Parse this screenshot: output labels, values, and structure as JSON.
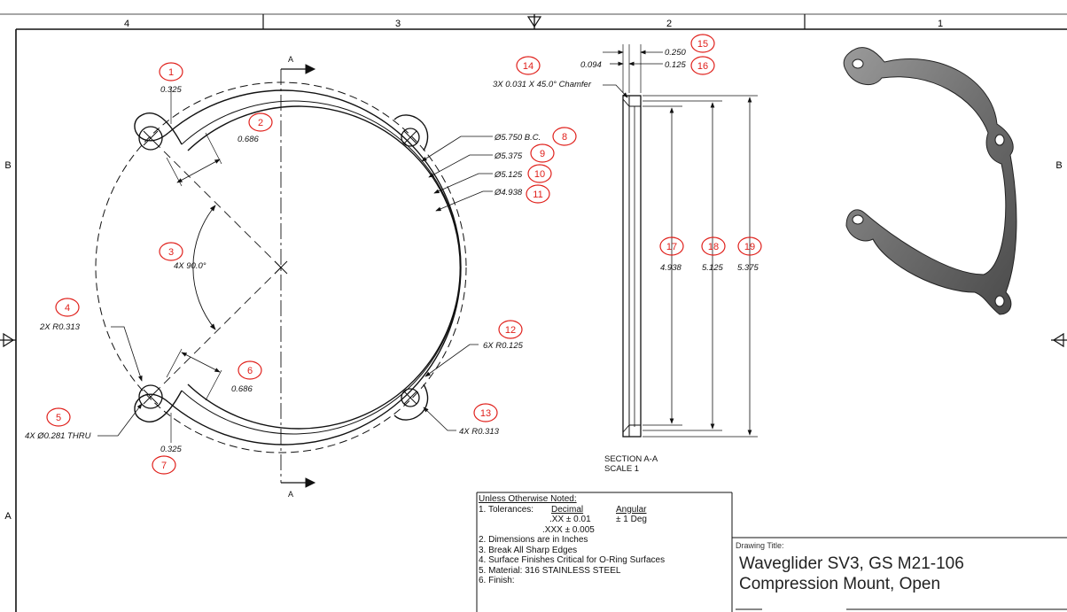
{
  "border": {
    "columns": [
      "4",
      "3",
      "2",
      "1"
    ],
    "rows": [
      "B",
      "A"
    ]
  },
  "balloons": {
    "b1": "1",
    "b2": "2",
    "b3": "3",
    "b4": "4",
    "b5": "5",
    "b6": "6",
    "b7": "7",
    "b8": "8",
    "b9": "9",
    "b10": "10",
    "b11": "11",
    "b12": "12",
    "b13": "13",
    "b14": "14",
    "b15": "15",
    "b16": "16",
    "b17": "17",
    "b18": "18",
    "b19": "19"
  },
  "dims": {
    "d1": "0.325",
    "d2": "0.686",
    "d3": "4X 90.0°",
    "d4": "2X R0.313",
    "d5": "4X Ø0.281 THRU",
    "d6": "0.686",
    "d7": "0.325",
    "d8": "Ø5.750 B.C.",
    "d9": "Ø5.375",
    "d10": "Ø5.125",
    "d11": "Ø4.938",
    "d12": "6X R0.125",
    "d13": "4X R0.313",
    "d14": "3X 0.031 X 45.0° Chamfer",
    "d15": "0.250",
    "d16": "0.125",
    "d_094": "0.094",
    "d17": "4.938",
    "d18": "5.125",
    "d19": "5.375"
  },
  "section": {
    "letter": "A",
    "caption_line1": "SECTION A-A",
    "caption_line2": "SCALE 1"
  },
  "notes": {
    "header": "Unless Otherwise Noted:",
    "tol_label": "1. Tolerances:",
    "decimal_hdr": "Decimal",
    "angular_hdr": "Angular",
    "xx": ".XX ± 0.01",
    "xxx": ".XXX ± 0.005",
    "ang": "± 1 Deg",
    "n2": "2. Dimensions are in Inches",
    "n3": "3. Break All Sharp Edges",
    "n4": "4. Surface Finishes Critical for O-Ring Surfaces",
    "n5": "5. Material: 316 STAINLESS STEEL",
    "n6": "6. Finish:"
  },
  "title_block": {
    "label": "Drawing Title:",
    "line1": "Waveglider SV3, GS M21-106",
    "line2": "Compression Mount, Open"
  },
  "colors": {
    "balloon": "#e0201b",
    "line": "#111111",
    "part_shade": "#7a7a7a"
  }
}
